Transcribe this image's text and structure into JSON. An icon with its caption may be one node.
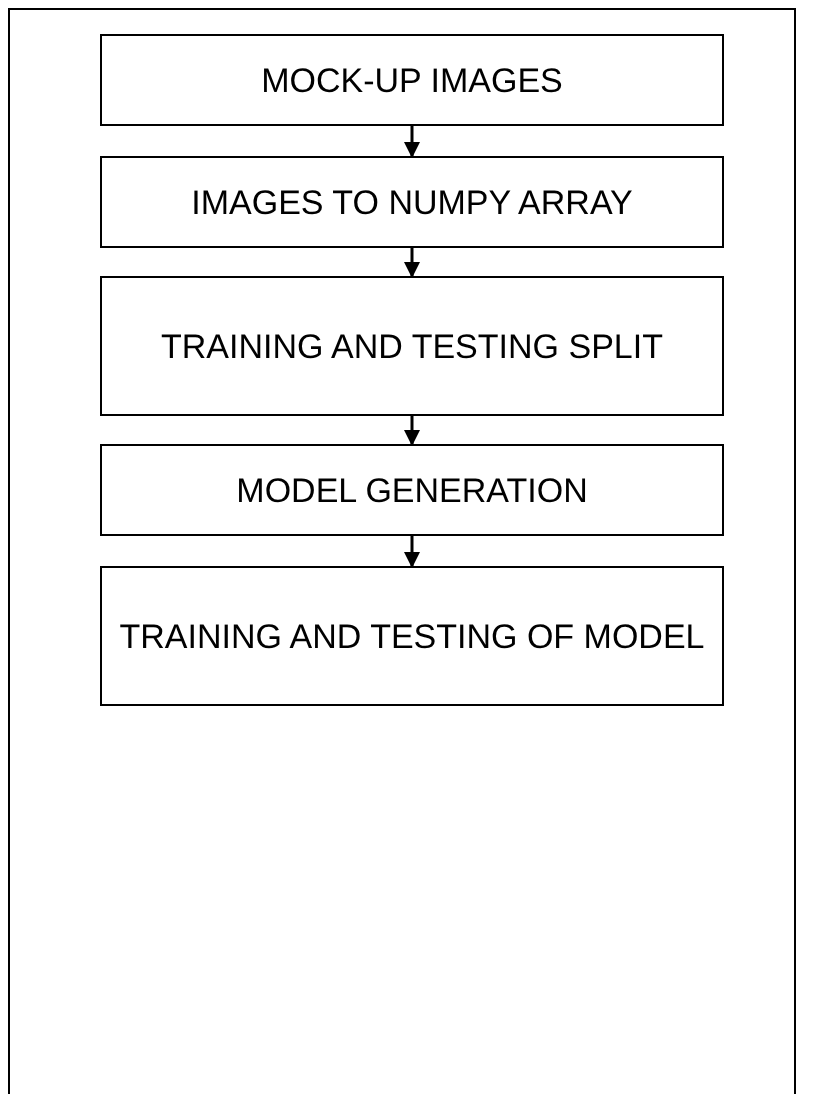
{
  "diagram": {
    "nodes": [
      {
        "text": [
          "MOCK-UP IMAGES"
        ]
      },
      {
        "text": [
          "IMAGES TO NUMPY ARRAY"
        ]
      },
      {
        "text": [
          "TRAINING AND TESTING SPLIT"
        ]
      },
      {
        "text": [
          "MODEL GENERATION"
        ]
      },
      {
        "text": [
          "TRAINING AND TESTING OF MODEL"
        ]
      }
    ],
    "edges": [
      {
        "from": 0,
        "to": 1,
        "arrow": "to"
      },
      {
        "from": 1,
        "to": 2,
        "arrow": "to"
      },
      {
        "from": 2,
        "to": 3,
        "arrow": "to"
      },
      {
        "from": 3,
        "to": 4,
        "arrow": "to"
      }
    ]
  }
}
